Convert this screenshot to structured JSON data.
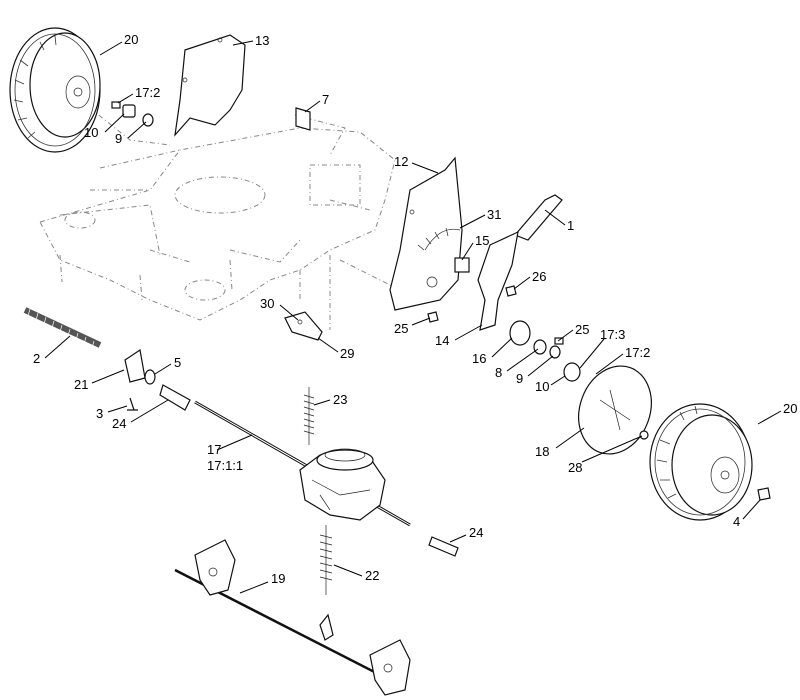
{
  "callouts": {
    "c20a": "20",
    "c13": "13",
    "c17_2a": "17:2",
    "c10a": "10",
    "c9a": "9",
    "c7": "7",
    "c12": "12",
    "c1": "1",
    "c31": "31",
    "c15": "15",
    "c26": "26",
    "c30": "30",
    "c29": "29",
    "c25a": "25",
    "c14": "14",
    "c25b": "25",
    "c16": "16",
    "c17_3": "17:3",
    "c8": "8",
    "c17_2b": "17:2",
    "c9b": "9",
    "c10b": "10",
    "c2": "2",
    "c21": "21",
    "c5": "5",
    "c3": "3",
    "c24a": "24",
    "c23": "23",
    "c17": "17",
    "c17_1_1": "17:1:1",
    "c18": "18",
    "c20b": "20",
    "c28": "28",
    "c4": "4",
    "c24b": "24",
    "c22": "22",
    "c19": "19"
  }
}
